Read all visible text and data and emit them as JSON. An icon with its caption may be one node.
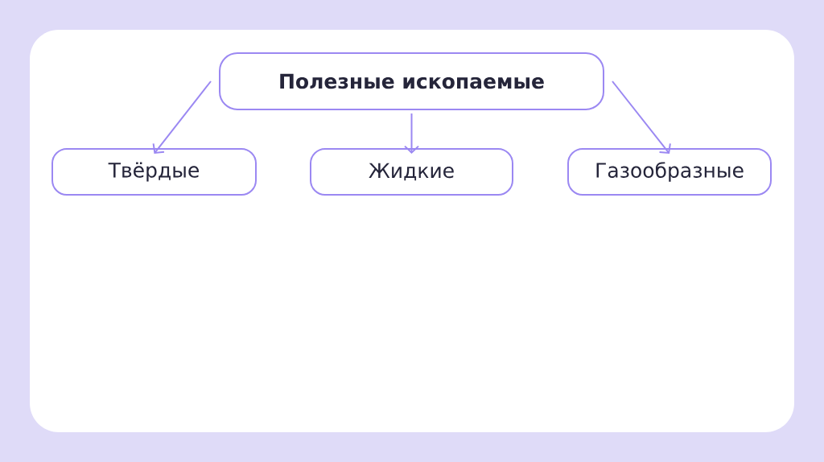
{
  "diagram": {
    "nodes": [
      {
        "text": [
          "Полезные ископаемые"
        ]
      },
      {
        "text": [
          "Твёрдые"
        ]
      },
      {
        "text": [
          "Жидкие"
        ]
      },
      {
        "text": [
          "Газообразные"
        ]
      }
    ],
    "edges": [
      {
        "from": 0,
        "to": 1,
        "arrow": "to"
      },
      {
        "from": 0,
        "to": 2,
        "arrow": "to"
      },
      {
        "from": 0,
        "to": 3,
        "arrow": "to"
      }
    ]
  }
}
